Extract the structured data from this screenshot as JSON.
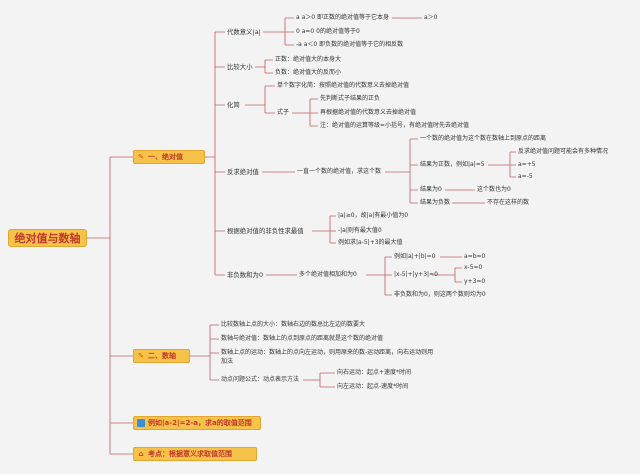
{
  "root": "绝对值与数轴",
  "topics": {
    "t1": "一、绝对值",
    "t2": "二、数轴",
    "t3": "例如|a-2|=2-a，求a的取值范围",
    "t4": "考点：根据意义求取值范围"
  },
  "abs": {
    "dai_shu_yi_yi": "代数意义|a|",
    "dy1": "a a＞0 即正数的绝对值等于它本身",
    "dy1b": "a＞0",
    "dy2": "0 a=0 0的绝对值等于0",
    "dy3": "-a a＜0 即负数的绝对值等于它的相反数",
    "bijiao": "比较大小",
    "bj1": "正数：绝对值大的本身大",
    "bj2": "负数：绝对值大的反而小",
    "huajian": "化简",
    "hj1": "单个数字化简：按照绝对值的代数意义去掉绝对值",
    "shizi": "式子",
    "sz1": "先判断式子结果的正负",
    "sz2": "再根据绝对值的代数意义去掉绝对值",
    "sz3": "注：绝对值的运算等级=小括号，有绝对值时先去绝对值",
    "fanqiu": "反求绝对值",
    "fq_main": "一直一个数的绝对值，求这个数",
    "fq1": "一个数的绝对值为这个数在数轴上到原点的距离",
    "fq2": "结果为正数，例如|a|=5",
    "fq2a": "反求绝对值问题可能会有多种情况",
    "fq2b": "a=+5",
    "fq2c": "a=-5",
    "fq3": "结果为0",
    "fq3a": "这个数也为0",
    "fq4": "结果为负数",
    "fq4a": "不存在这样的数",
    "feifu": "根据绝对值的非负性求最值",
    "ff1": "|a|≥0，故|a|有最小值为0",
    "ff2": "-|a|则有最大值0",
    "ff3": "例如求|a-5|+3的最大值",
    "fei_fu_shu": "非负数和为0",
    "ffs_main": "多个绝对值相加和为0",
    "ffs1": "例如|a|+|b|=0",
    "ffs1a": "a=b=0",
    "ffs2": "|x-5|+|y+3|=0",
    "ffs2a": "x-5=0",
    "ffs2b": "y+3=0",
    "ffs3": "非负数和为0，则这两个数则均为0"
  },
  "axis": {
    "ax1": "比较数轴上点的大小：数轴右边的数总比左边的数要大",
    "ax2": "数轴与绝对值：数轴上的点到原点的距离就是这个数的绝对值",
    "ax3": "数轴上点的运动：数轴上的点向左运动，则用原来的数-运动距离，向右运动则用",
    "ax3b": "加法",
    "ax4": "动点问题公式：动点表示方法",
    "ax4a": "向右运动：起点+速度*时间",
    "ax4b": "向左运动：起点-速度*时间"
  }
}
